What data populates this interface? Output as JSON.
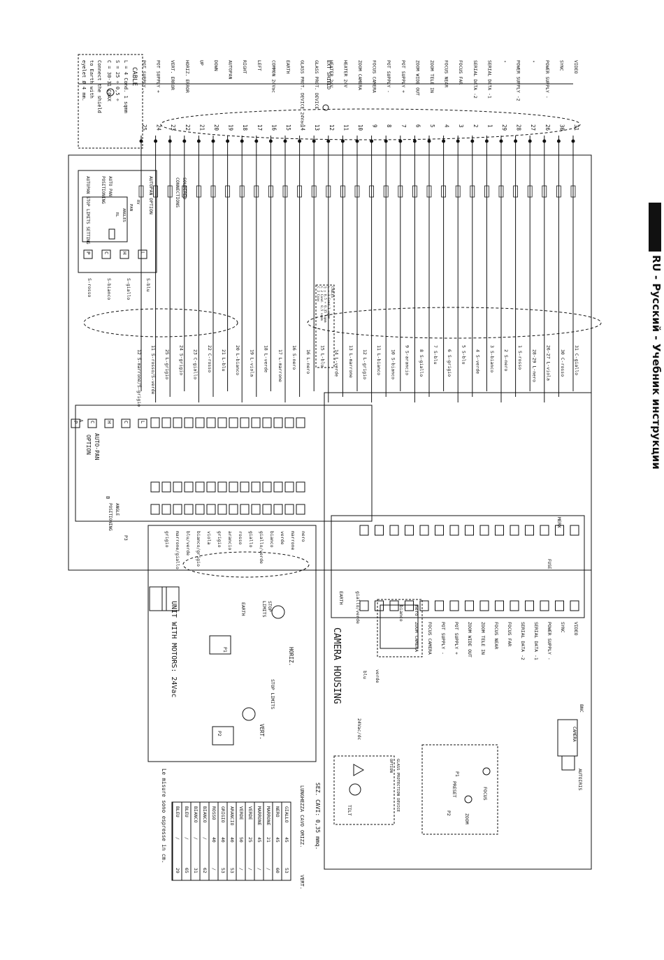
{
  "header": {
    "text": "RU - Русский - Учебник инструкции"
  },
  "cable_note": {
    "title": "CABLE",
    "lines": [
      "L = 4 Cond. 1 sqmm",
      "S = 25 ÷ 0,5 ÷",
      "C = 30-31 COAX"
    ],
    "shield_note": [
      "Connect the shield",
      "to Earth with",
      "eyelet Ø 4 mm."
    ]
  },
  "ext_shield": "EXT SHIELD",
  "signals": [
    {
      "name": "VIDEO",
      "num": "31"
    },
    {
      "name": "SYNC",
      "num": "30"
    },
    {
      "name": "POWER SUPPLY -",
      "num": "26"
    },
    {
      "name": "\"",
      "num": "27"
    },
    {
      "name": "POWER SUPPLY -2",
      "num": "28"
    },
    {
      "name": "\"",
      "num": "29"
    },
    {
      "name": "SERIAL DATA -1",
      "num": "1"
    },
    {
      "name": "SERIAL DATA -2",
      "num": "2"
    },
    {
      "name": "FOCUS FAR",
      "num": "3"
    },
    {
      "name": "FOCUS NEAR",
      "num": "4"
    },
    {
      "name": "ZOOM TELE IN",
      "num": "5"
    },
    {
      "name": "ZOOM WIDE OUT",
      "num": "6"
    },
    {
      "name": "POT SUPPLY +",
      "num": "7"
    },
    {
      "name": "POT SUPPLY -",
      "num": "8"
    },
    {
      "name": "FOCUS CAMERA",
      "num": "9"
    },
    {
      "name": "ZOOM CAMERA",
      "num": "10"
    },
    {
      "name": "HEATER 24V",
      "num": "11"
    },
    {
      "name": "HEATER 24V",
      "num": "12"
    },
    {
      "name": "GLASS PROT. DEVICE",
      "num": "13"
    },
    {
      "name": "GLASS PROT. DEVICE 24Vac",
      "num": "14"
    },
    {
      "name": "EARTH",
      "num": "15"
    },
    {
      "name": "COMMON 24Vac",
      "num": "16"
    },
    {
      "name": "LEFT",
      "num": "17"
    },
    {
      "name": "RIGHT",
      "num": "18"
    },
    {
      "name": "AUTOPAN",
      "num": "19"
    },
    {
      "name": "DOWN",
      "num": "20"
    },
    {
      "name": "UP",
      "num": "21"
    },
    {
      "name": "HORIZ. ERROR",
      "num": "22"
    },
    {
      "name": "VERT. ERROR",
      "num": "23"
    },
    {
      "name": "POT SUPPLY +",
      "num": "24"
    },
    {
      "name": "POT SUPPLY -",
      "num": "25"
    }
  ],
  "autopan_top": {
    "title": "AUTOPAN OPTION",
    "sub": "AUTOPAN STOP LIMITS SETTING",
    "inner": [
      "AUTO PAN",
      "POSITIONING"
    ],
    "pins": [
      "L",
      "H",
      "C",
      "P"
    ],
    "misc": [
      "RV",
      "PAN",
      "ANGLES",
      "RL"
    ]
  },
  "soldered": [
    "SOLDERED",
    "CONNECTIONS"
  ],
  "cables_box": [
    "CABLES",
    "L = 1 Cond.1 sqmm",
    "S = 0,5 ÷ 0,35 sqmm",
    "C 2 Cond. 0,5 sqmm",
    "C 2 Coax"
  ],
  "wire_labels_left": [
    "S-blu",
    "S-giallo",
    "S-bianco",
    "S-rosso"
  ],
  "wire_labels_mid": [
    "31 C-giallo",
    "30 C-rosso",
    "26-27 L-viola",
    "28-29 L-nero",
    "1 S-rosso",
    "2 S-nero",
    "3 S-bianco",
    "4 S-verde",
    "5 S-blu",
    "6 S-grigio",
    "7 S-blu",
    "8 S-giallo",
    "9 S-arancio",
    "10 S-bianco",
    "11 L-bianco",
    "12 L-grigio",
    "13 L-marrone",
    "14 L-verde",
    "15 L-blu",
    "16 L-nero",
    "16 S-nero",
    "17 L-marrone",
    "18 L-verde",
    "19 L-viola",
    "20 L-bianco",
    "21 L-blu",
    "22 C-rosso",
    "23 C-giallo",
    "24 S-grigio",
    "25 L-grigio",
    "11 S-rosso/S-verde",
    "12 S-marrone/S-grigio"
  ],
  "autopan_mid": {
    "title": "AUTO-PAN",
    "sub": "OPTION",
    "cols": [
      "A",
      "B"
    ],
    "pins": [
      "L",
      "C",
      "H",
      "C",
      "P"
    ],
    "pos": [
      "ANGLE",
      "POSITIONING"
    ],
    "pot": "P3"
  },
  "motor_box": {
    "title": "UNIT WITH MOTORS: 24Vac",
    "horiz": "HORIZ.",
    "vert": "VERT.",
    "stop": "STOP",
    "limits": "LIMITS",
    "stop2": "STOP LIMITS",
    "earth": "EARTH",
    "p1": "P1",
    "p2": "P2"
  },
  "motor_wires": [
    "nero",
    "marrone",
    "verde",
    "bianco",
    "giallo/verde",
    "giallo",
    "rosso",
    "arancio",
    "grigio",
    "viola",
    "bianco/grigio",
    "blu/verde",
    "marrone/giallo",
    "grigio"
  ],
  "housing": {
    "title": "CAMERA HOUSING",
    "merx": "MERX",
    "fuse": "FUSE",
    "earth": "EARTH",
    "sub": "giallo/verde",
    "nero": "nero",
    "bianco": "bianco"
  },
  "housing_signals": [
    "VIDEO",
    "SYNC",
    "POWER SUPPLY -",
    "SERIAL DATA -1",
    "SERIAL DATA -2",
    "FOCUS FAR",
    "FOCUS NEAR",
    "ZOOM TELE IN",
    "ZOOM WIDE OUT",
    "POT SUPPLY +",
    "POT SUPPLY -",
    "FOCUS CAMERA",
    "ZOOM CAMERA"
  ],
  "camera": {
    "label": "CAMERA",
    "bnc": "BNC",
    "autoiris": "AUTOIRIS",
    "focus": "FOCUS",
    "zoom": "ZOOM",
    "preset": "PRESET",
    "p1": "P1",
    "p2": "P2"
  },
  "glass": {
    "title": [
      "GLASS PROTECTION DEVICE",
      "OPTION"
    ],
    "tilt": "TILT",
    "volt": "24Vac/dc",
    "blu": "blu",
    "verde": "verde"
  },
  "table": {
    "caption": "SEZ. CAVI: 0,35 mmq.",
    "head": [
      "LUNGHEZZA CAVO",
      "ORIZZ.",
      "VERT."
    ],
    "rows": [
      [
        "GIALLO",
        "45",
        "53"
      ],
      [
        "NERO",
        "45",
        "60"
      ],
      [
        "MARRONE",
        "21",
        "/"
      ],
      [
        "MARRONE",
        "45",
        "/"
      ],
      [
        "VERDE",
        "25",
        "/"
      ],
      [
        "VERDE",
        "50",
        "/"
      ],
      [
        "ARANCIO",
        "40",
        "53"
      ],
      [
        "GRIGIO",
        "40",
        "53"
      ],
      [
        "ROSSO",
        "40",
        "/"
      ],
      [
        "BIANCO",
        "/",
        "62"
      ],
      [
        "BIANCO",
        "/",
        "31"
      ],
      [
        "BLEU",
        "/",
        "65"
      ],
      [
        "BLEU",
        "/",
        "29"
      ]
    ],
    "note": "Le misure sono espresse in cm."
  }
}
